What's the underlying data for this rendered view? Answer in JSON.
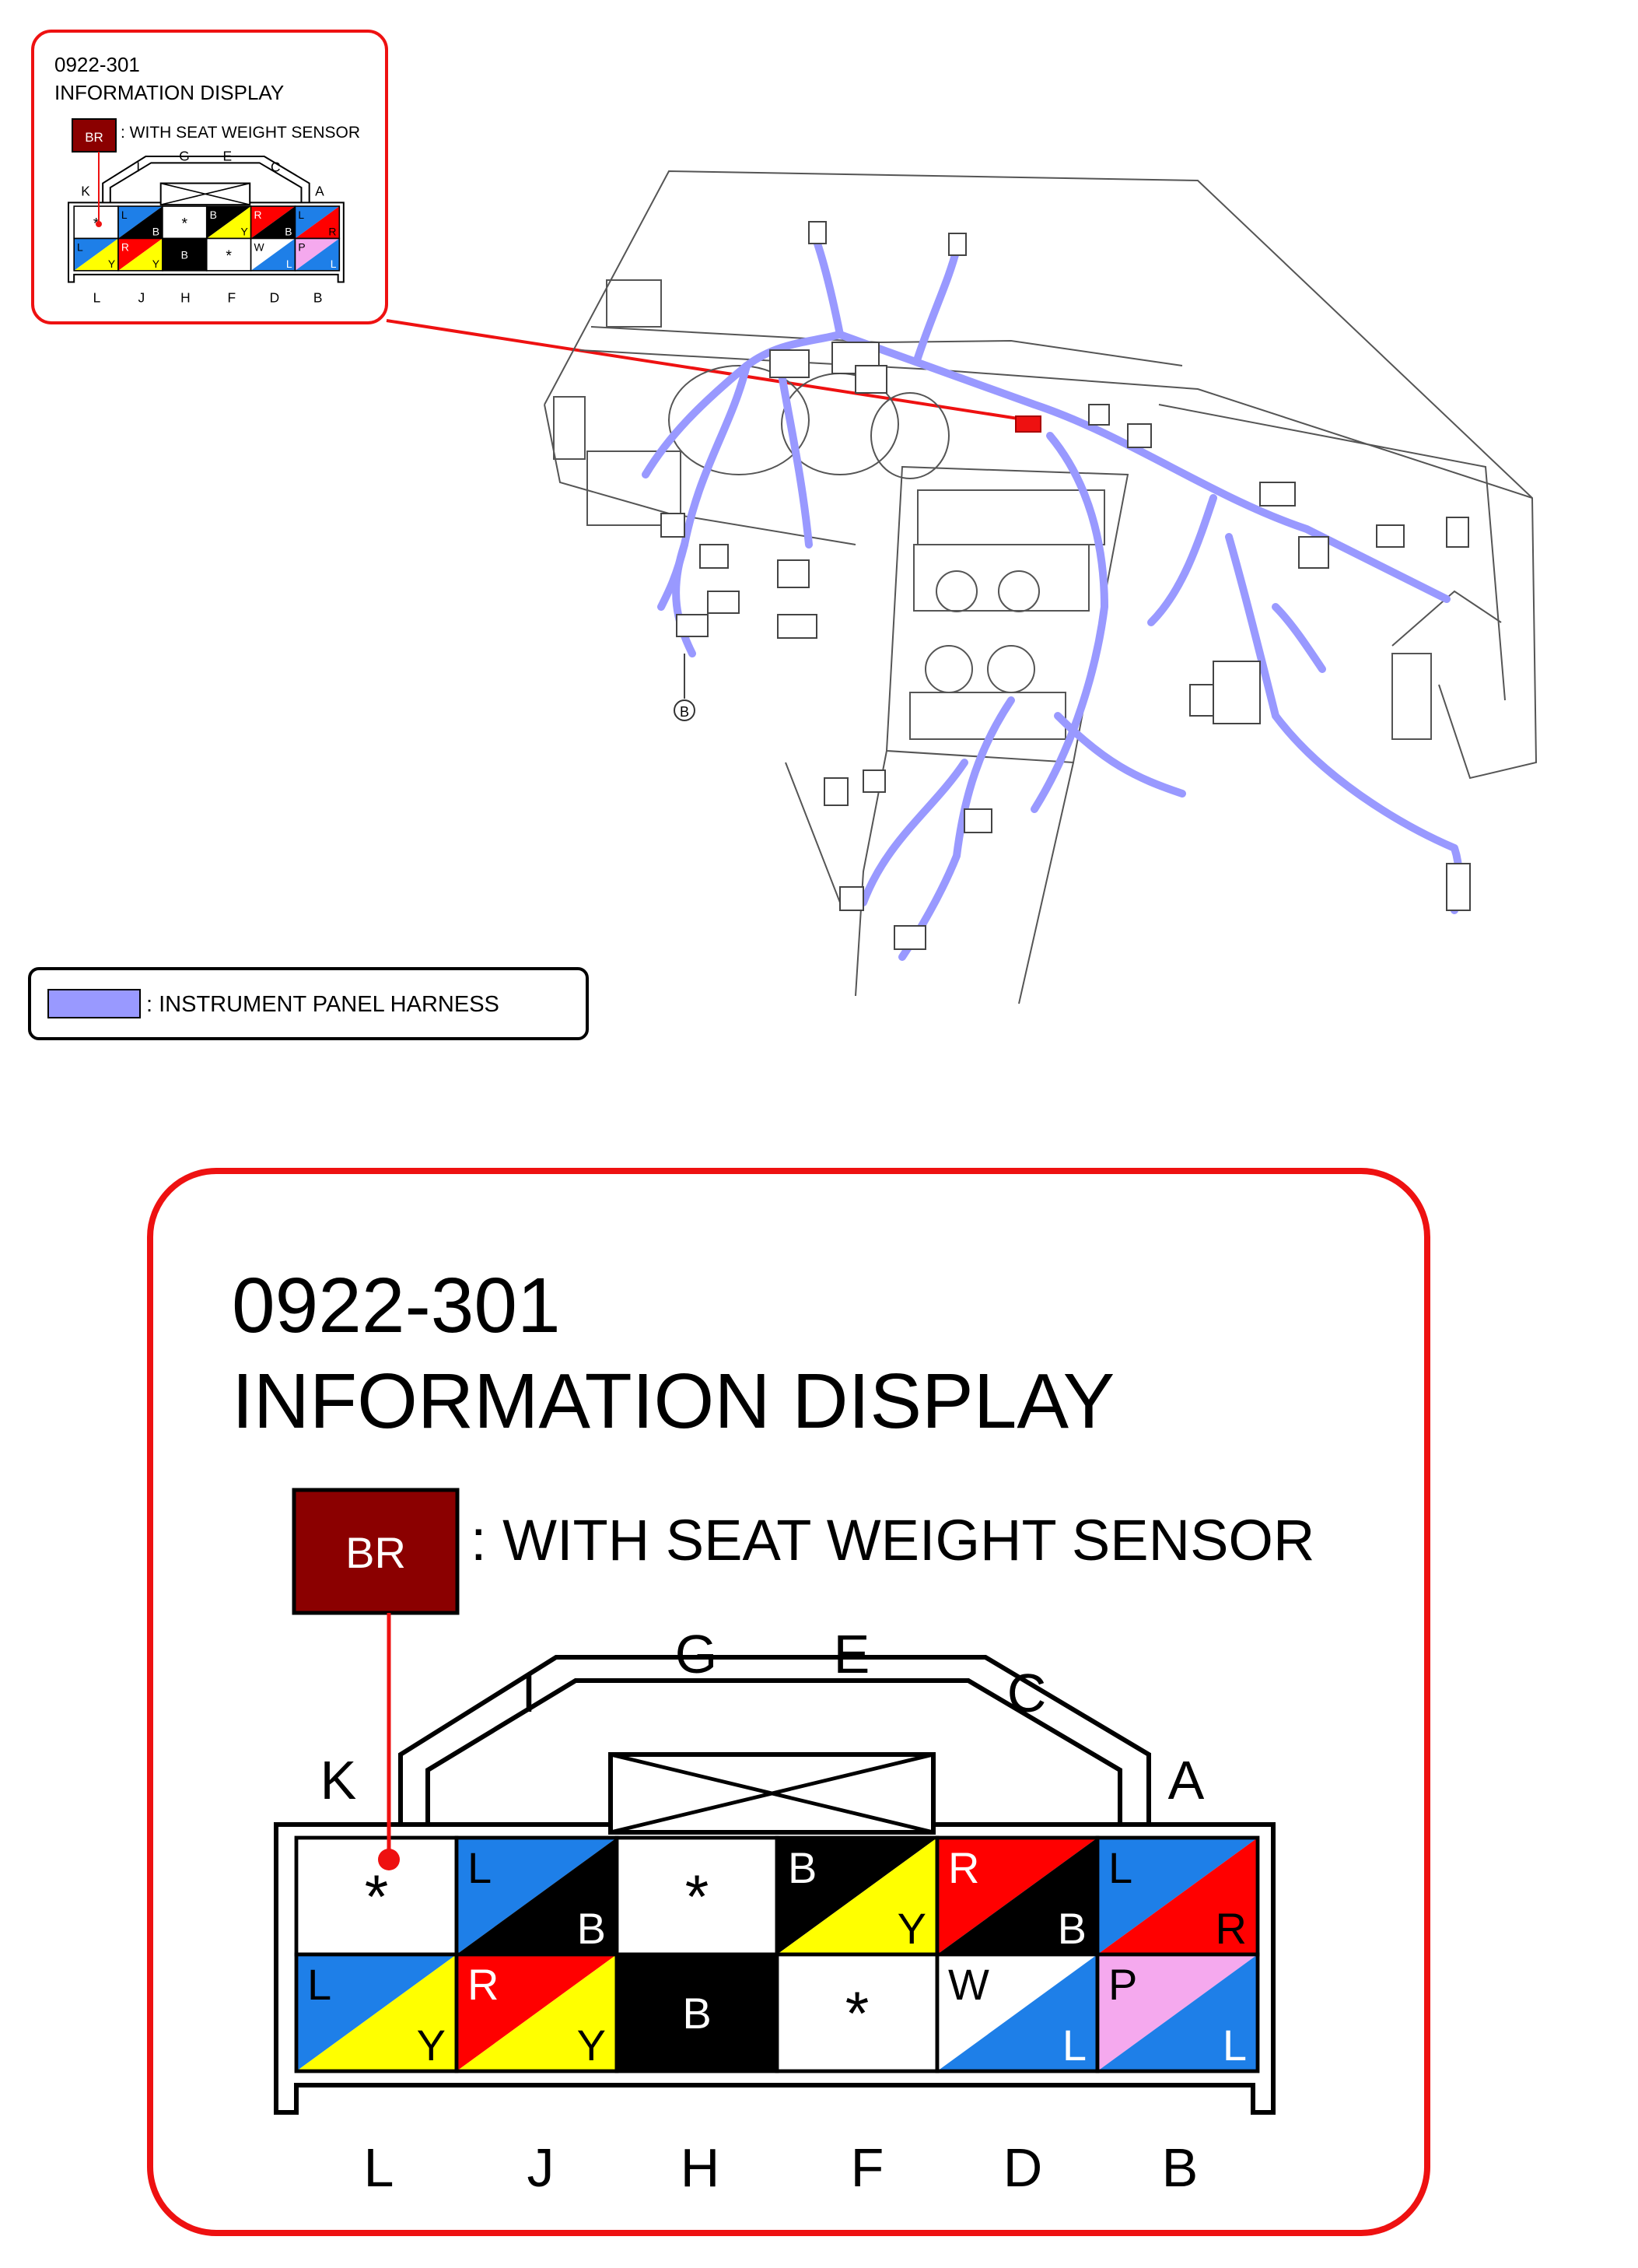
{
  "connector_code": "0922-301",
  "connector_name": "INFORMATION DISPLAY",
  "legend": {
    "br_badge": "BR",
    "br_text": ": WITH SEAT WEIGHT SENSOR",
    "harness_text": ": INSTRUMENT PANEL HARNESS",
    "harness_color": "#9999ff"
  },
  "marker": "B",
  "top_labels": [
    "K",
    "I",
    "G",
    "E",
    "C",
    "A"
  ],
  "bottom_labels": [
    "L",
    "J",
    "H",
    "F",
    "D",
    "B"
  ],
  "colors": {
    "W": "#ffffff",
    "B": "#000000",
    "L": "#1e7fe8",
    "Y": "#ffff00",
    "R": "#ff0000",
    "P": "#f5a9ee",
    "BR": "#8b0000",
    "accent": "#ee1111"
  },
  "cells": [
    [
      {
        "pin": "K",
        "type": "star",
        "text": "*"
      },
      {
        "pin": "I",
        "type": "split",
        "a": "L",
        "b": "B"
      },
      {
        "pin": "G",
        "type": "star",
        "text": "*"
      },
      {
        "pin": "E",
        "type": "split",
        "a": "B",
        "b": "Y"
      },
      {
        "pin": "C",
        "type": "split",
        "a": "R",
        "b": "B"
      },
      {
        "pin": "A",
        "type": "split",
        "a": "L",
        "b": "R"
      }
    ],
    [
      {
        "pin": "L",
        "type": "split",
        "a": "L",
        "b": "Y"
      },
      {
        "pin": "J",
        "type": "split",
        "a": "R",
        "b": "Y"
      },
      {
        "pin": "H",
        "type": "solid",
        "a": "B"
      },
      {
        "pin": "F",
        "type": "star",
        "text": "*"
      },
      {
        "pin": "D",
        "type": "split",
        "a": "W",
        "b": "L"
      },
      {
        "pin": "B",
        "type": "split",
        "a": "P",
        "b": "L"
      }
    ]
  ]
}
